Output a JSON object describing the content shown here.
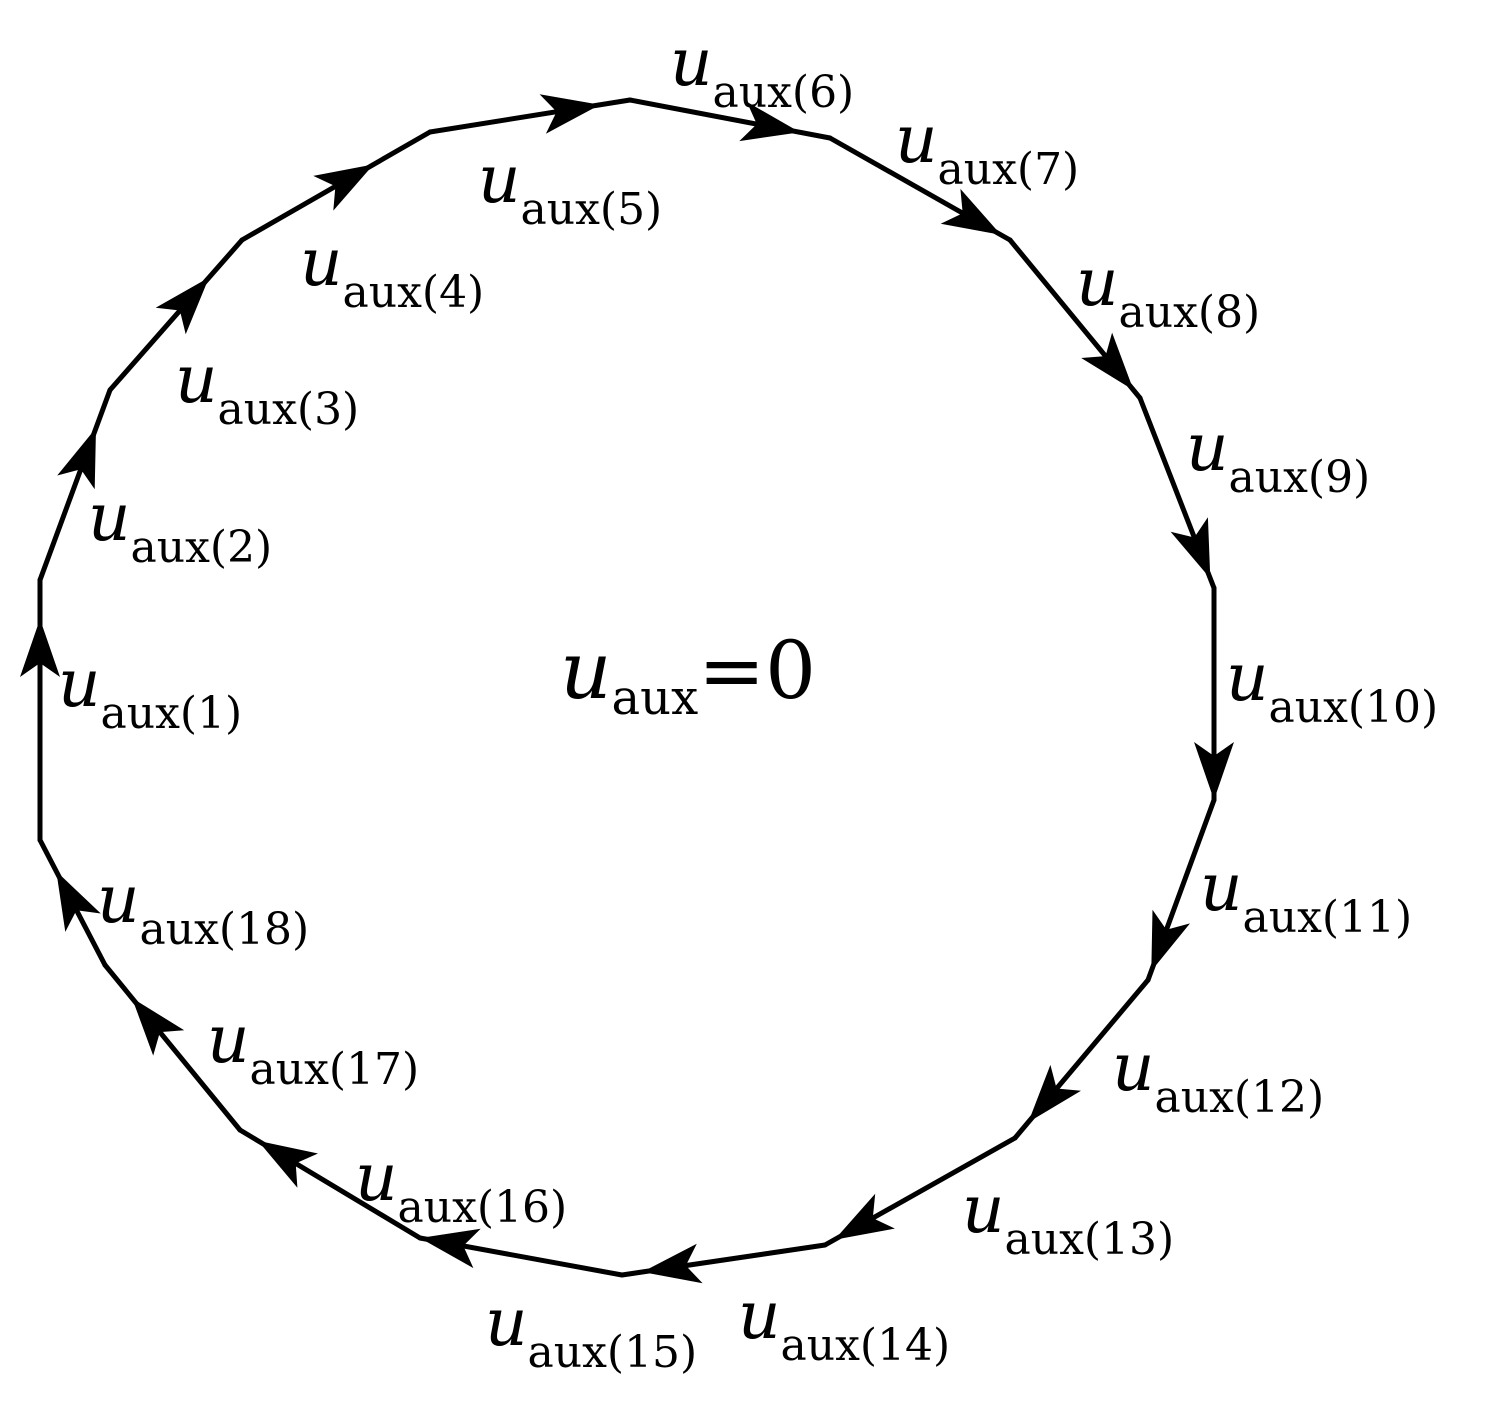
{
  "diagram": {
    "center_label": {
      "symbol": "u",
      "subscript": "aux",
      "rest": "=0"
    },
    "segments": [
      {
        "symbol": "u",
        "subscript": "aux(1)"
      },
      {
        "symbol": "u",
        "subscript": "aux(2)"
      },
      {
        "symbol": "u",
        "subscript": "aux(3)"
      },
      {
        "symbol": "u",
        "subscript": "aux(4)"
      },
      {
        "symbol": "u",
        "subscript": "aux(5)"
      },
      {
        "symbol": "u",
        "subscript": "aux(6)"
      },
      {
        "symbol": "u",
        "subscript": "aux(7)"
      },
      {
        "symbol": "u",
        "subscript": "aux(8)"
      },
      {
        "symbol": "u",
        "subscript": "aux(9)"
      },
      {
        "symbol": "u",
        "subscript": "aux(10)"
      },
      {
        "symbol": "u",
        "subscript": "aux(11)"
      },
      {
        "symbol": "u",
        "subscript": "aux(12)"
      },
      {
        "symbol": "u",
        "subscript": "aux(13)"
      },
      {
        "symbol": "u",
        "subscript": "aux(14)"
      },
      {
        "symbol": "u",
        "subscript": "aux(15)"
      },
      {
        "symbol": "u",
        "subscript": "aux(16)"
      },
      {
        "symbol": "u",
        "subscript": "aux(17)"
      },
      {
        "symbol": "u",
        "subscript": "aux(18)"
      }
    ],
    "line_color": "#000000"
  }
}
